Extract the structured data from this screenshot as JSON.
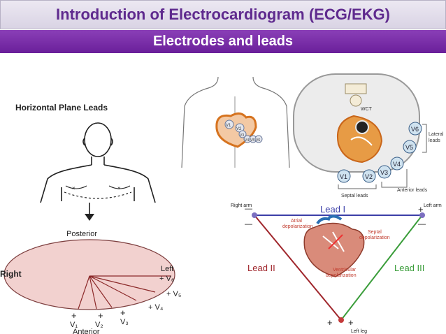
{
  "slide": {
    "title": "Introduction of  Electrocardiogram (ECG/EKG)",
    "subtitle": "Electrodes and leads"
  },
  "horizontal_plane": {
    "heading": "Horizontal Plane Leads",
    "posterior": "Posterior",
    "anterior": "Anterior",
    "left": "Left",
    "right": "Right",
    "v6": "+ V₆",
    "v5": "+ V₅",
    "v4": "+ V₄",
    "v3": "V₃",
    "v2": "V₂",
    "v1": "V₁",
    "plus": "+"
  },
  "chest_diagram": {
    "v1": "V1",
    "v2": "V2",
    "v3": "V3",
    "v4": "V4",
    "v5": "V5",
    "v6": "V6",
    "chest_labels": [
      "V1",
      "V2",
      "V3",
      "V4",
      "V5",
      "V6"
    ],
    "wct": "WCT",
    "lateral_leads": "Lateral\nleads",
    "lateral_1": "Lateral",
    "lateral_2": "leads",
    "septal_leads": "Septal leads",
    "anterior_leads": "Anterior leads"
  },
  "einthoven": {
    "right_arm": "Right arm",
    "left_arm": "Left arm",
    "left_leg": "Left leg",
    "lead1": "Lead I",
    "lead2": "Lead II",
    "lead3": "Lead III",
    "atrial_1": "Atrial",
    "atrial_2": "depolarization",
    "septal_1": "Septal",
    "septal_2": "depolarization",
    "vent_1": "Ventricular",
    "vent_2": "depolarization",
    "plus": "+",
    "minus": "—",
    "colors": {
      "lead1": "#3c3fa8",
      "lead2": "#a0262c",
      "lead3": "#3a9d3a"
    }
  }
}
